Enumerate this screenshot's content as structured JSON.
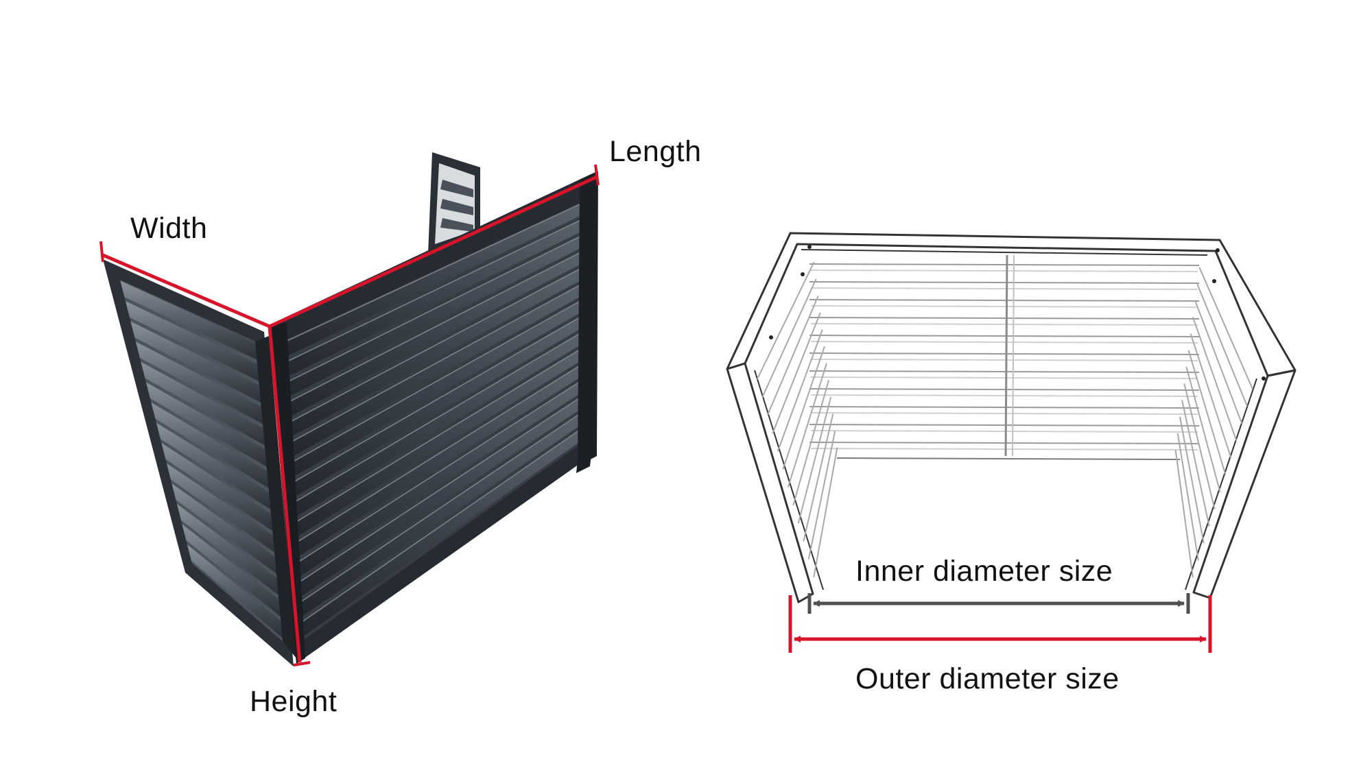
{
  "labels": {
    "width": "Width",
    "length": "Length",
    "height": "Height",
    "inner": "Inner diameter size",
    "outer": "Outer diameter size"
  },
  "colors": {
    "measure_red": "#d7142a",
    "measure_gray": "#505050",
    "frame_dark": "#2d333b",
    "louver_dark": "#3a4049",
    "louver_light": "#6a727c",
    "sketch_line": "#333333",
    "sketch_light": "#a8a8a8"
  },
  "icons": {
    "left_figure": "louvered-ac-cover-photo",
    "right_figure": "ac-cover-line-sketch"
  }
}
